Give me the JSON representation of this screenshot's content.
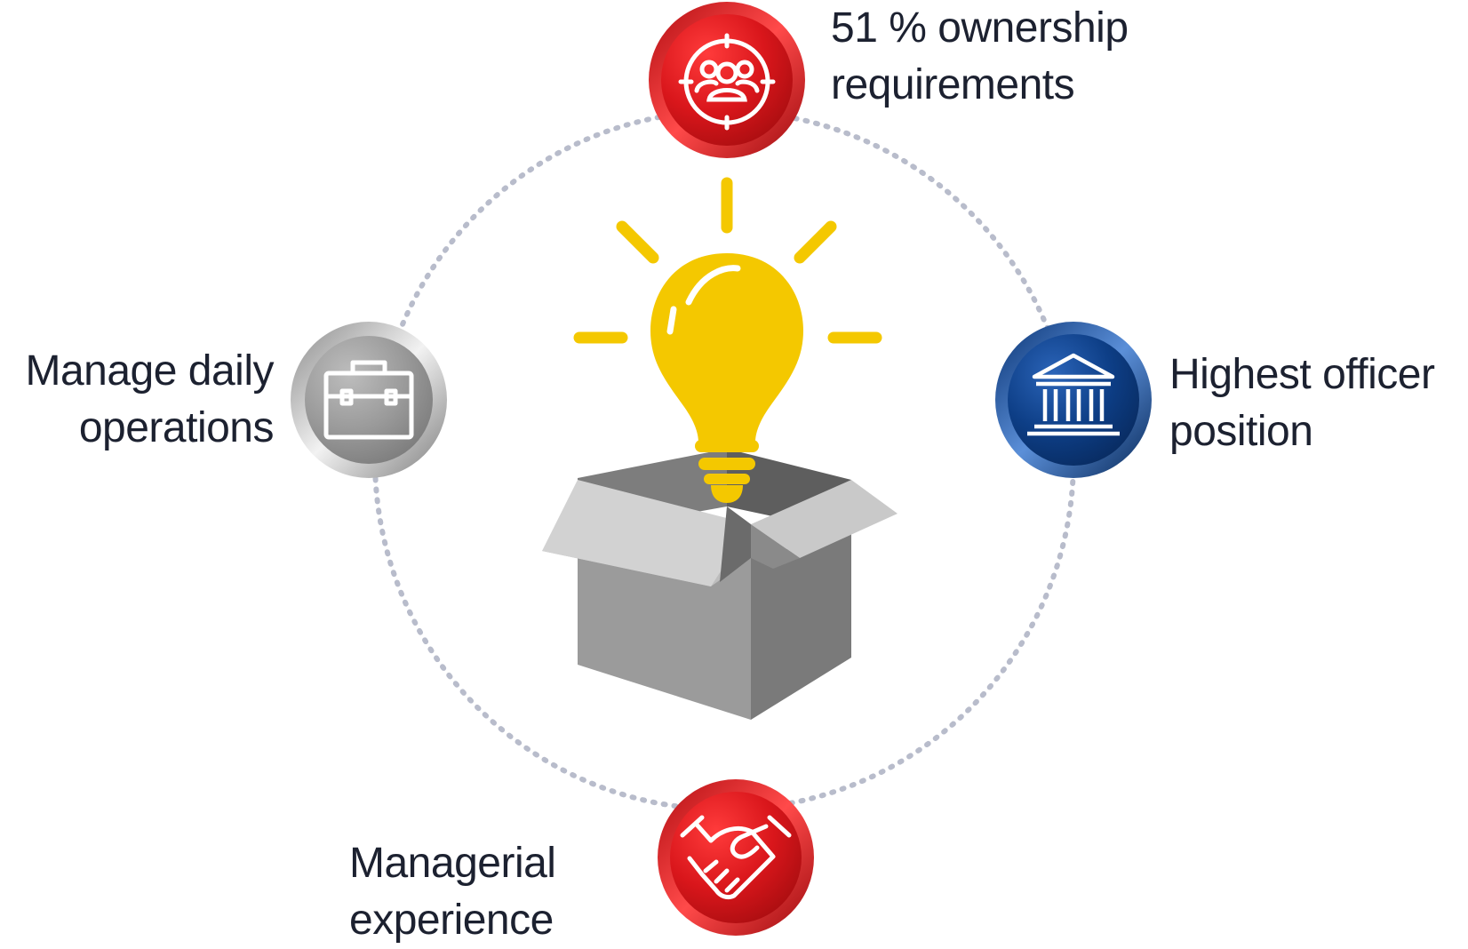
{
  "diagram": {
    "colors": {
      "ring": "#b8bccb",
      "bulb": "#f4c800",
      "red_badge": "#d9161b",
      "blue_badge": "#0d3e86",
      "gray_badge": "#9a9a9a",
      "box_front": "#9b9b9b",
      "box_side": "#7a7a7a",
      "text": "#1c2130"
    },
    "center": {
      "icon": "lightbulb-in-box-icon"
    },
    "nodes": [
      {
        "id": "top",
        "icon": "team-target-icon",
        "label_lines": [
          "51 % ownership",
          "requirements"
        ]
      },
      {
        "id": "left",
        "icon": "briefcase-icon",
        "label_lines": [
          "Manage daily",
          "operations"
        ]
      },
      {
        "id": "right",
        "icon": "bank-building-icon",
        "label_lines": [
          "Highest officer",
          "position"
        ]
      },
      {
        "id": "bottom",
        "icon": "handshake-icon",
        "label_lines": [
          "Managerial",
          "experience"
        ]
      }
    ]
  }
}
